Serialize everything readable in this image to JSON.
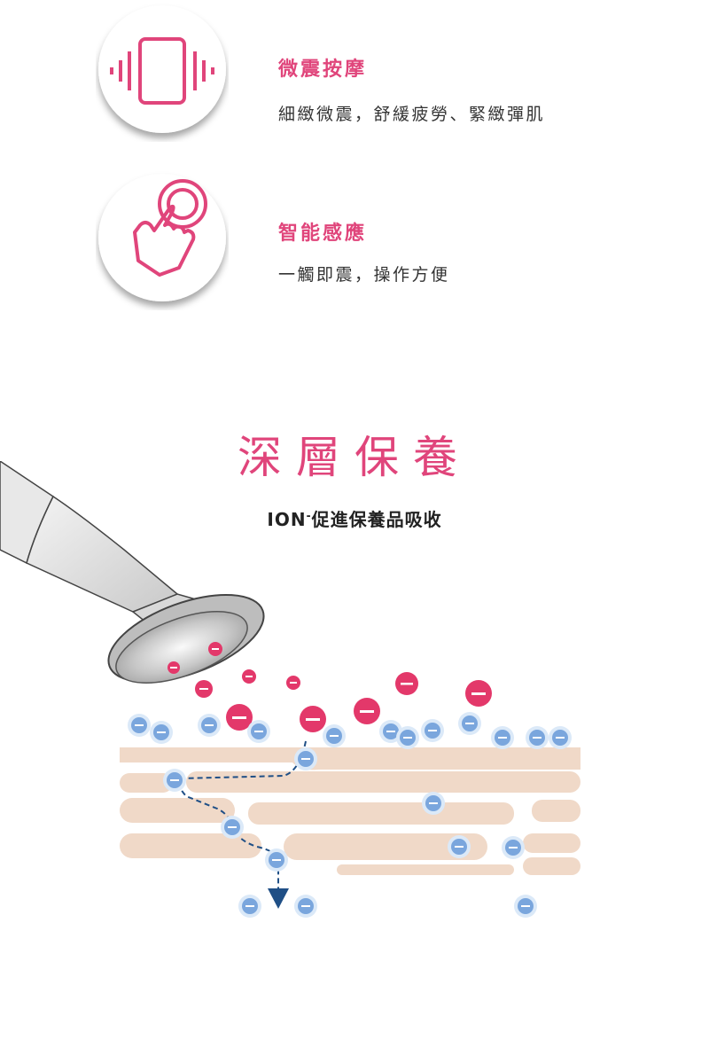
{
  "features": [
    {
      "title": "微震按摩",
      "desc": "細緻微震，舒緩疲勞、緊緻彈肌",
      "icon": "vibration-phone-icon"
    },
    {
      "title": "智能感應",
      "desc": "一觸即震，操作方便",
      "icon": "touch-finger-icon"
    }
  ],
  "section": {
    "title": "深層保養",
    "subtitle_prefix": "ION",
    "subtitle_sup": "-",
    "subtitle_rest": "促進保養品吸收"
  },
  "colors": {
    "accent": "#e0457b",
    "ion_red": "#e3386a",
    "ion_blue": "#7aa6dd",
    "skin": "#f0d9c8",
    "arrow": "#1f4f86"
  }
}
